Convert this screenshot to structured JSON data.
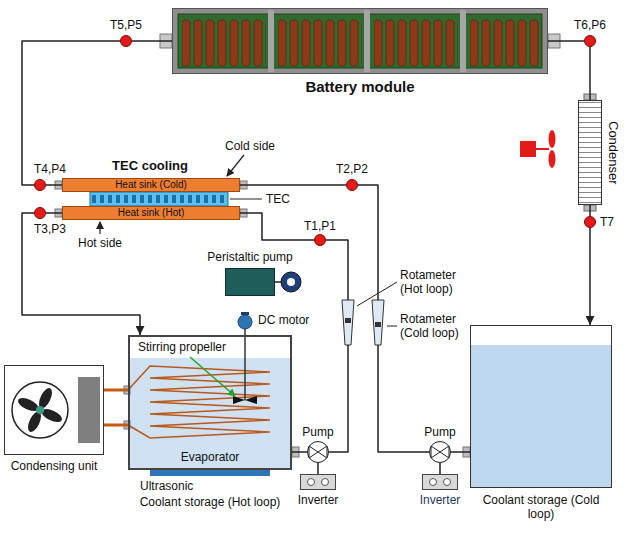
{
  "diagram": {
    "nodes": [
      {
        "text": [
          "Battery module"
        ]
      },
      {
        "text": [
          "T5,P5"
        ]
      },
      {
        "text": [
          "T6,P6"
        ]
      },
      {
        "text": [
          "Condenser"
        ]
      },
      {
        "text": [
          "T4,P4"
        ]
      },
      {
        "text": [
          "Heat sink (Cold)"
        ]
      },
      {
        "text": [
          "T2,P2"
        ]
      },
      {
        "text": [
          "Heat sink (Hot)"
        ]
      },
      {
        "text": [
          "T3,P3"
        ]
      },
      {
        "text": [
          "T1,P1"
        ]
      },
      {
        "text": [
          "T7"
        ]
      },
      {
        "text": [
          "Peristaltic pump"
        ]
      },
      {
        "text": [
          "Rotameter (Hot loop)"
        ]
      },
      {
        "text": [
          "Rotameter (Cold loop)"
        ]
      },
      {
        "text": [
          "Coolant storage (Hot loop)"
        ]
      },
      {
        "text": [
          "Condensing unit"
        ]
      },
      {
        "text": [
          "Pump"
        ]
      },
      {
        "text": [
          "Pump"
        ]
      },
      {
        "text": [
          "Inverter"
        ]
      },
      {
        "text": [
          "Inverter"
        ]
      },
      {
        "text": [
          "Coolant storage (Cold loop)"
        ]
      }
    ],
    "edges": [
      {
        "from": 20,
        "to": 17,
        "arrow": "none"
      },
      {
        "from": 17,
        "to": 13,
        "arrow": "none"
      },
      {
        "from": 13,
        "to": 6,
        "arrow": "none"
      },
      {
        "from": 6,
        "to": 5,
        "arrow": "none"
      },
      {
        "from": 5,
        "to": 4,
        "arrow": "none"
      },
      {
        "from": 4,
        "to": 1,
        "arrow": "none"
      },
      {
        "from": 1,
        "to": 0,
        "arrow": "none"
      },
      {
        "from": 0,
        "to": 2,
        "arrow": "none"
      },
      {
        "from": 2,
        "to": 3,
        "arrow": "none"
      },
      {
        "from": 3,
        "to": 10,
        "arrow": "none"
      },
      {
        "from": 10,
        "to": 20,
        "arrow": "to"
      },
      {
        "from": 14,
        "to": 16,
        "arrow": "none"
      },
      {
        "from": 16,
        "to": 12,
        "arrow": "none"
      },
      {
        "from": 12,
        "to": 9,
        "arrow": "none"
      },
      {
        "from": 9,
        "to": 7,
        "arrow": "none"
      },
      {
        "from": 7,
        "to": 8,
        "arrow": "none"
      },
      {
        "from": 8,
        "to": 14,
        "arrow": "to"
      },
      {
        "from": 15,
        "to": 14,
        "arrow": "none"
      },
      {
        "from": 15,
        "to": 14,
        "arrow": "none"
      },
      {
        "from": 16,
        "to": 18,
        "arrow": "none"
      },
      {
        "from": 17,
        "to": 19,
        "arrow": "none"
      }
    ],
    "labels": [
      "TEC cooling",
      "Cold side",
      "TEC",
      "Hot side",
      "Stirring propeller",
      "DC motor",
      "Evaporator",
      "Ultrasonic"
    ]
  }
}
